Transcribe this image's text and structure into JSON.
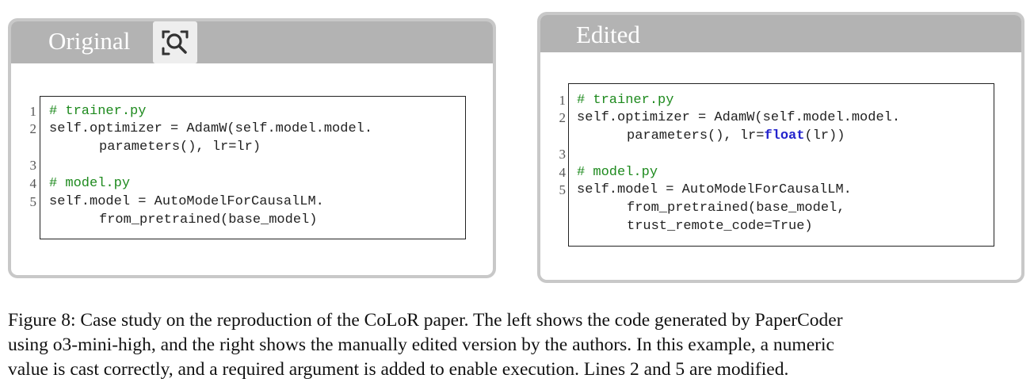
{
  "original": {
    "title": "Original",
    "line_numbers": [
      "1",
      "2",
      "3",
      "4",
      "5"
    ],
    "lines": {
      "l1": "# trainer.py",
      "l2a": "self.optimizer = AdamW(self.model.model.",
      "l2b": "parameters(), lr=lr)",
      "l4": "# model.py",
      "l5a": "self.model = AutoModelForCausalLM.",
      "l5b": "from_pretrained(base_model)"
    }
  },
  "edited": {
    "title": "Edited",
    "line_numbers": [
      "1",
      "2",
      "3",
      "4",
      "5"
    ],
    "lines": {
      "l1": "# trainer.py",
      "l2a": "self.optimizer = AdamW(self.model.model.",
      "l2b_pre": "parameters(), lr=",
      "l2b_kw": "float",
      "l2b_post": "(lr))",
      "l4": "# model.py",
      "l5a": "self.model = AutoModelForCausalLM.",
      "l5b": "from_pretrained(base_model,",
      "l5c": "trust_remote_code=True)"
    }
  },
  "zoom_icon": "magnifier-icon",
  "colors": {
    "header": "#b3b3b3",
    "border": "#c8c8c8",
    "comment": "#1e8a1e",
    "keyword": "#2222cc"
  },
  "caption": {
    "line1": "Figure 8: Case study on the reproduction of the CoLoR paper. The left shows the code generated by PaperCoder",
    "line2": "using o3-mini-high, and the right shows the manually edited version by the authors. In this example, a numeric",
    "line3": "value is cast correctly, and a required argument is added to enable execution. Lines 2 and 5 are modified."
  }
}
